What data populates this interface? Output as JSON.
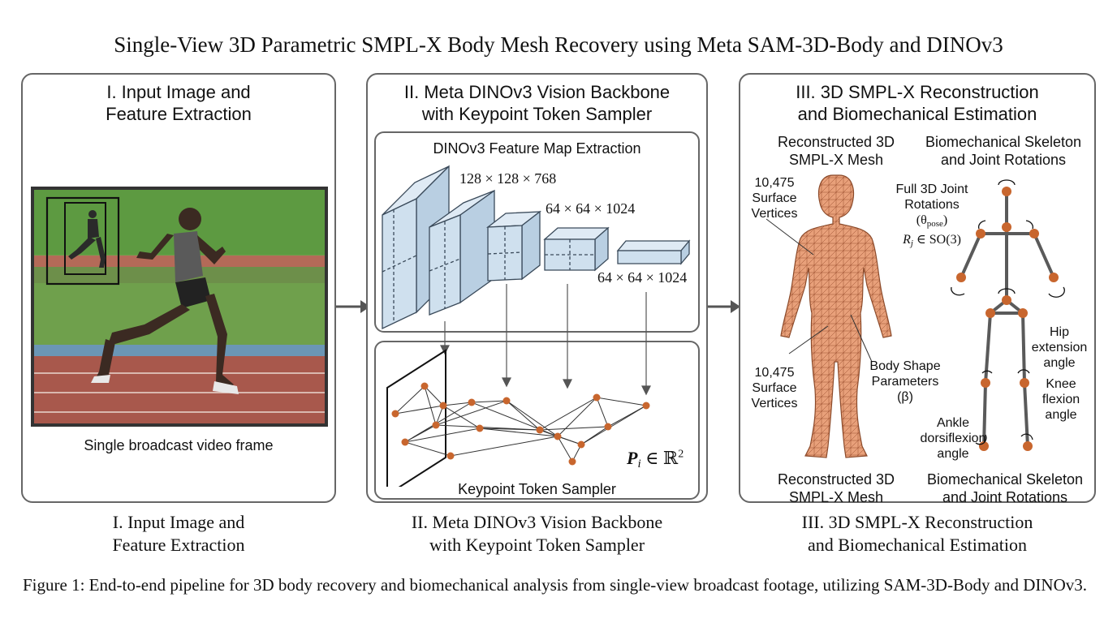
{
  "title": "Single-View 3D Parametric SMPL-X Body Mesh Recovery using Meta SAM-3D-Body and DINOv3",
  "panels": [
    {
      "title_line1": "I. Input Image and",
      "title_line2": "Feature Extraction",
      "frame_label": "Single broadcast video frame"
    },
    {
      "title_line1": "II. Meta DINOv3 Vision Backbone",
      "title_line2": "with Keypoint Token Sampler",
      "feature_box_title": "DINOv3 Feature Map Extraction",
      "dims": [
        "128 × 128 × 768",
        "64 × 64 × 1024",
        "64 × 64 × 1024"
      ],
      "sampler_title": "Keypoint Token Sampler",
      "formula_symbol": "P",
      "formula_sub": "i",
      "formula_rest": " ∈ ℝ",
      "formula_sup": "2"
    },
    {
      "title_line1": "III. 3D SMPL-X Reconstruction",
      "title_line2": "and Biomechanical Estimation",
      "mesh_title_line1": "Reconstructed 3D",
      "mesh_title_line2": "SMPL-X Mesh",
      "skel_title_line1": "Biomechanical Skeleton",
      "skel_title_line2": "and Joint Rotations",
      "vertices_line1": "10,475",
      "vertices_line2": "Surface",
      "vertices_line3": "Vertices",
      "shape_line1": "Body Shape",
      "shape_line2": "Parameters",
      "shape_line3": "(β)",
      "rot_line1": "Full 3D Joint",
      "rot_line2": "Rotations",
      "rot_theta": "(θ",
      "rot_theta_sub": "pose",
      "rot_theta_close": ")",
      "rot_R": "R",
      "rot_R_sub": "j",
      "rot_so3": " ∈ SO(3)",
      "hip_line1": "Hip",
      "hip_line2": "extension",
      "hip_line3": "angle",
      "knee_line1": "Knee",
      "knee_line2": "flexion",
      "knee_line3": "angle",
      "ankle_line1": "Ankle",
      "ankle_line2": "dorsiflexion",
      "ankle_line3": "angle"
    }
  ],
  "caption": "Figure 1: End-to-end pipeline for 3D body recovery and biomechanical analysis from single-view broadcast footage, utilizing SAM-3D-Body and DINOv3.",
  "colors": {
    "block_fill": "#cfe0ee",
    "block_stroke": "#3a4a5a",
    "keypoint": "#c8662e",
    "mesh": "#e8a07a",
    "bone": "#5a5a5a",
    "track_red": "#a8584c",
    "grass": "#4f8f3c"
  }
}
